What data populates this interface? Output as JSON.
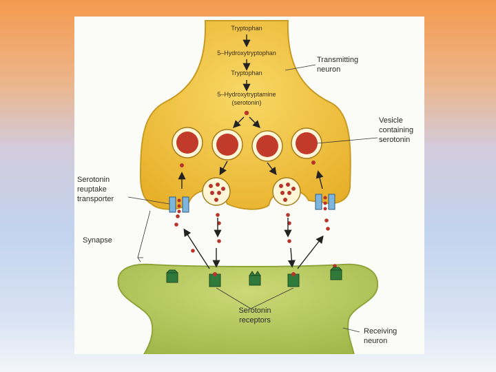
{
  "pathway": {
    "step1": "Tryptophan",
    "step2": "5–Hydroxytryptophan",
    "step3": "Tryptophan",
    "step4_line1": "5–Hydroxytryptamine",
    "step4_line2": "(serotonin)"
  },
  "labels": {
    "transmitting_line1": "Transmitting",
    "transmitting_line2": "neuron",
    "vesicle_line1": "Vesicle",
    "vesicle_line2": "containing",
    "vesicle_line3": "serotonin",
    "reuptake_line1": "Serotonin",
    "reuptake_line2": "reuptake",
    "reuptake_line3": "transporter",
    "synapse": "Synapse",
    "receptors_line1": "Serotonin",
    "receptors_line2": "receptors",
    "receiving_line1": "Receiving",
    "receiving_line2": "neuron"
  },
  "colors": {
    "transmitting_fill": "#f3c843",
    "receiving_fill": "#b9cc5e",
    "serotonin_dot": "#b8332a",
    "receptor": "#2f7a3a",
    "transporter": "#7db5dc"
  }
}
